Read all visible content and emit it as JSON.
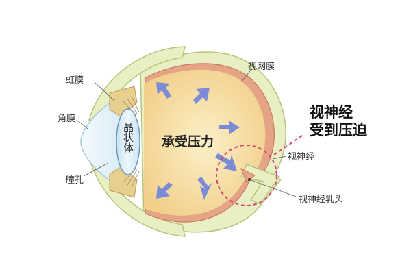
{
  "labels": {
    "iris": "虹膜",
    "cornea": "角膜",
    "pupil": "瞳孔",
    "lens": "晶状体",
    "retina": "视网膜",
    "pressure": "承受压力",
    "callout_line1": "视神经",
    "callout_line2": "受到压迫",
    "optic_nerve": "视神经",
    "optic_disc": "视神经乳头"
  },
  "colors": {
    "sclera": "#e8efc2",
    "choroid": "#e6a487",
    "vitreous": "#f7dca0",
    "lens": "#dbeef8",
    "cornea": "#eef6fb",
    "arrow": "#7c8bd6",
    "highlight": "#d8466e"
  },
  "icons": {
    "pressure_arrows": "arrow-icon",
    "nerve_highlight": "dashed-circle-icon"
  }
}
